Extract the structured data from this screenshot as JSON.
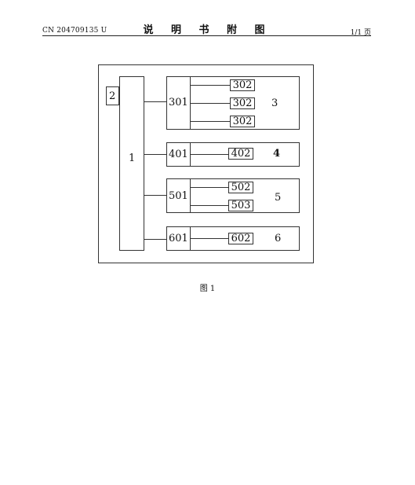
{
  "header": {
    "left": "CN 204709135 U",
    "center": "说 明 书 附 图",
    "right": "1/1 页"
  },
  "figure": {
    "caption": "图 1",
    "box_2": "2",
    "box_1": "1",
    "group_3": {
      "node": "301",
      "leaves": [
        "302",
        "302",
        "302"
      ],
      "label": "3"
    },
    "group_4": {
      "node": "401",
      "leaves": [
        "402"
      ],
      "label": "4"
    },
    "group_5": {
      "node": "501",
      "leaves": [
        "502",
        "503"
      ],
      "label": "5"
    },
    "group_6": {
      "node": "601",
      "leaves": [
        "602"
      ],
      "label": "6"
    }
  }
}
